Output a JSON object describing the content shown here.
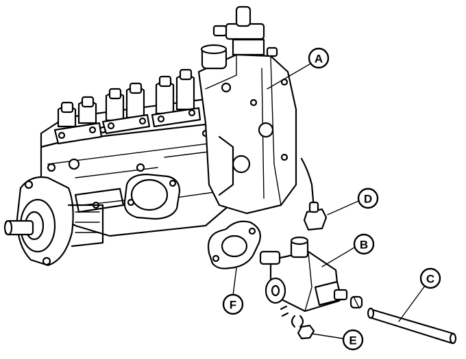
{
  "callouts": [
    {
      "id": "A",
      "label": "A"
    },
    {
      "id": "B",
      "label": "B"
    },
    {
      "id": "C",
      "label": "C"
    },
    {
      "id": "D",
      "label": "D"
    },
    {
      "id": "E",
      "label": "E"
    },
    {
      "id": "F",
      "label": "F"
    }
  ]
}
